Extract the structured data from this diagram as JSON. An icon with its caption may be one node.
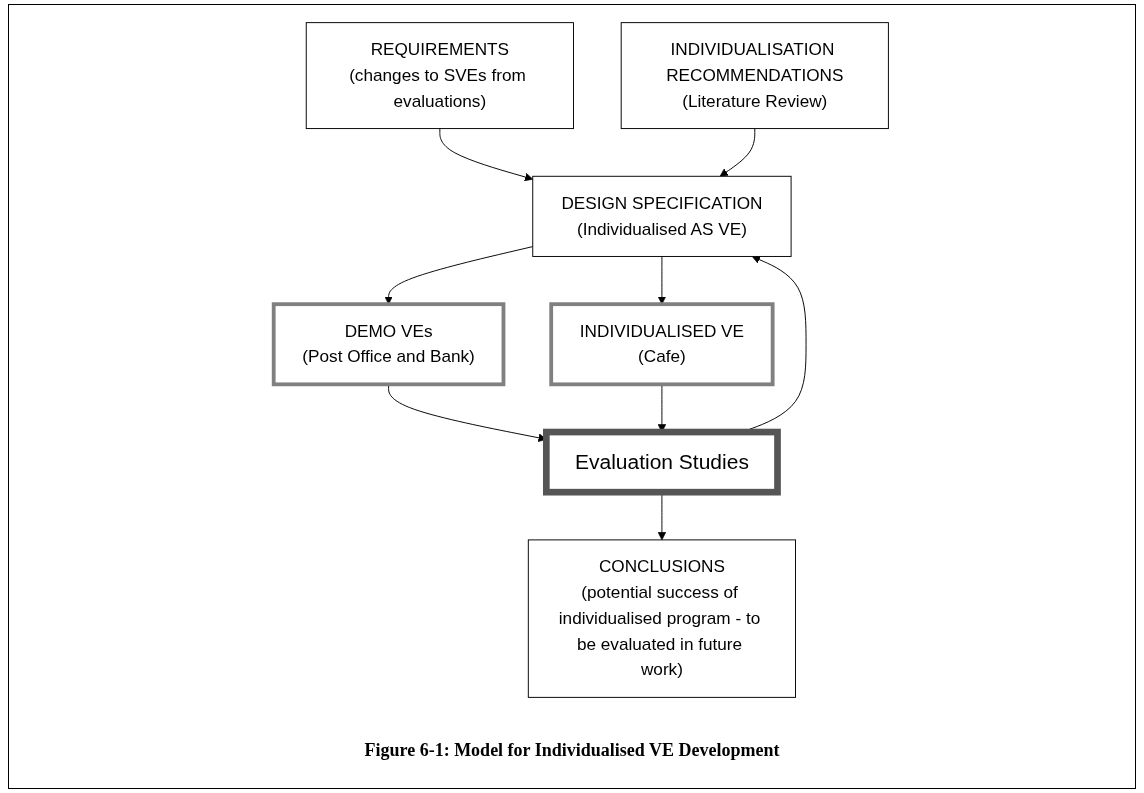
{
  "diagram": {
    "caption": "Figure 6-1: Model for Individualised VE Development",
    "nodes": [
      {
        "text": [
          "REQUIREMENTS",
          "(changes to SVEs from evaluations)"
        ]
      },
      {
        "text": [
          "INDIVIDUALISATION RECOMMENDATIONS",
          "(Literature Review)"
        ]
      },
      {
        "text": [
          "DESIGN SPECIFICATION",
          "(Individualised AS VE)"
        ]
      },
      {
        "text": [
          "DEMO VEs",
          "(Post Office and Bank)"
        ]
      },
      {
        "text": [
          "INDIVIDUALISED VE",
          "(Cafe)"
        ]
      },
      {
        "text": [
          "Evaluation Studies"
        ]
      },
      {
        "text": [
          "CONCLUSIONS",
          "(potential success of individualised program - to be evaluated in future work)"
        ]
      }
    ],
    "edges": [
      {
        "from": 0,
        "to": 2,
        "arrow": "to"
      },
      {
        "from": 1,
        "to": 2,
        "arrow": "to"
      },
      {
        "from": 2,
        "to": 3,
        "arrow": "to"
      },
      {
        "from": 2,
        "to": 4,
        "arrow": "to"
      },
      {
        "from": 3,
        "to": 5,
        "arrow": "to"
      },
      {
        "from": 5,
        "to": 2,
        "arrow": "to"
      },
      {
        "from": 4,
        "to": 5,
        "arrow": "to"
      },
      {
        "from": 5,
        "to": 6,
        "arrow": "to"
      }
    ]
  }
}
